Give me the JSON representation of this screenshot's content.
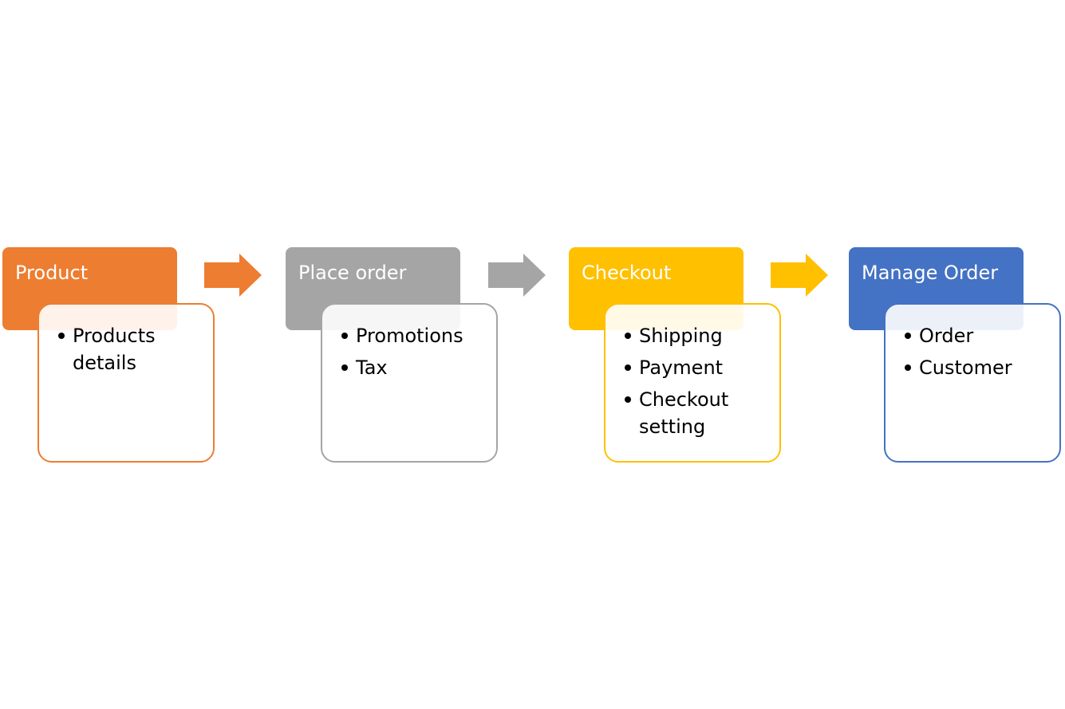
{
  "diagram": {
    "steps": [
      {
        "title": "Product",
        "color": "#ED7D31",
        "items": [
          "Products details"
        ]
      },
      {
        "title": "Place order",
        "color": "#A5A5A5",
        "items": [
          "Promotions",
          "Tax"
        ]
      },
      {
        "title": "Checkout",
        "color": "#FFC000",
        "items": [
          "Shipping",
          "Payment",
          "Checkout setting"
        ]
      },
      {
        "title": "Manage Order",
        "color": "#4472C4",
        "items": [
          "Order",
          "Customer"
        ]
      }
    ],
    "arrows": [
      {
        "color": "#ED7D31"
      },
      {
        "color": "#A5A5A5"
      },
      {
        "color": "#FFC000"
      }
    ]
  }
}
